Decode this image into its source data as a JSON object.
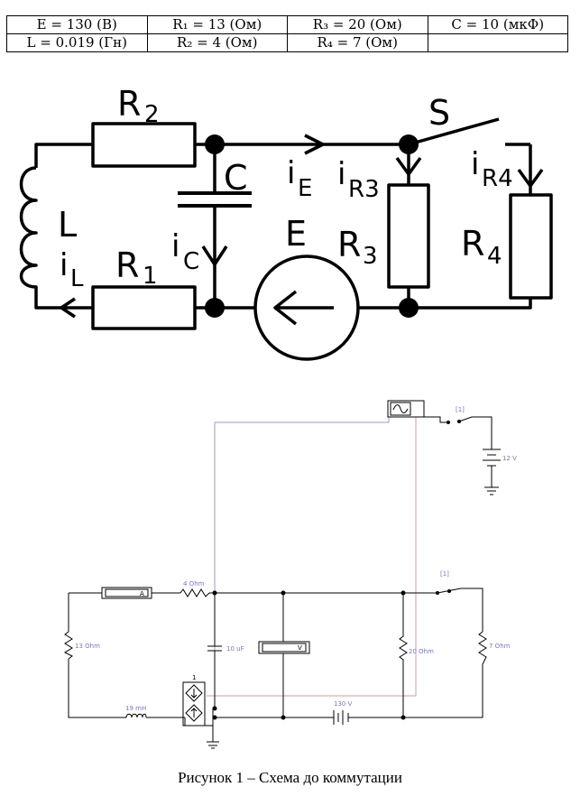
{
  "table": {
    "rows": [
      [
        "E = 130 (B)",
        "R₁ = 13 (Ом)",
        "R₃ = 20 (Ом)",
        "C = 10 (мкФ)"
      ],
      [
        "L = 0.019 (Гн)",
        "R₂ = 4 (Ом)",
        "R₄ = 7 (Ом)",
        ""
      ]
    ]
  },
  "schematic": {
    "labels": {
      "r2": "R",
      "r2_sub": "2",
      "r1": "R",
      "r1_sub": "1",
      "r3": "R",
      "r3_sub": "3",
      "r4": "R",
      "r4_sub": "4",
      "c": "C",
      "l": "L",
      "e": "E",
      "s": "S",
      "il": "i",
      "il_sub": "L",
      "ic": "i",
      "ic_sub": "C",
      "ie": "i",
      "ie_sub": "E",
      "ir3": "i",
      "ir3_sub": "R3",
      "ir4": "i",
      "ir4_sub": "R4"
    }
  },
  "simulation": {
    "labels": {
      "ammeter": "A",
      "voltmeter": "V",
      "r2": "4  Ohm",
      "r1": "13  Ohm",
      "c": "10 uF",
      "r3": "20  Ohm",
      "r4": "7  Ohm",
      "l": "19 mH",
      "e": "130 V",
      "aux_v": "12 V",
      "switch_main": "[1]",
      "switch_aux": "[1]",
      "source_num": "1"
    }
  },
  "caption": "Рисунок 1 – Схема до коммутации",
  "colors": {
    "probe_blue": "#9999dd",
    "probe_red": "#dd9999",
    "sim_label": "#7777cc"
  }
}
